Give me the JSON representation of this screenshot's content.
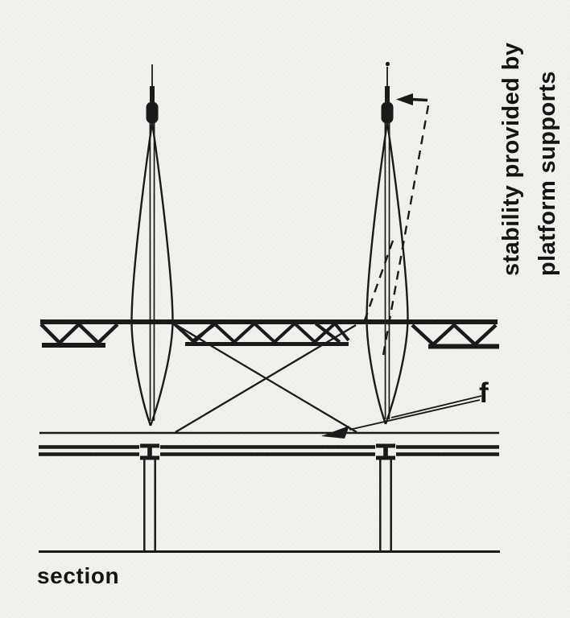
{
  "page": {
    "type": "scanned architectural section diagram",
    "background_color": "#f2f1ee",
    "ink_color": "#1a1a1a",
    "text_color": "#141414"
  },
  "labels": {
    "section": "section",
    "f": "f",
    "caption_line1": "stability provided by",
    "caption_line2": "platform supports"
  },
  "figure": {
    "masts": [
      "left-spindle-mast",
      "right-spindle-mast"
    ],
    "roof_truss_segments": 3,
    "cross_brace_lines": 2,
    "platform_supports": 2,
    "annotations": {
      "tilt_arrow_icon": "left-arrow",
      "f_leader_arrow_icon": "left-arrow",
      "sway_lines_style": "dashed"
    }
  }
}
